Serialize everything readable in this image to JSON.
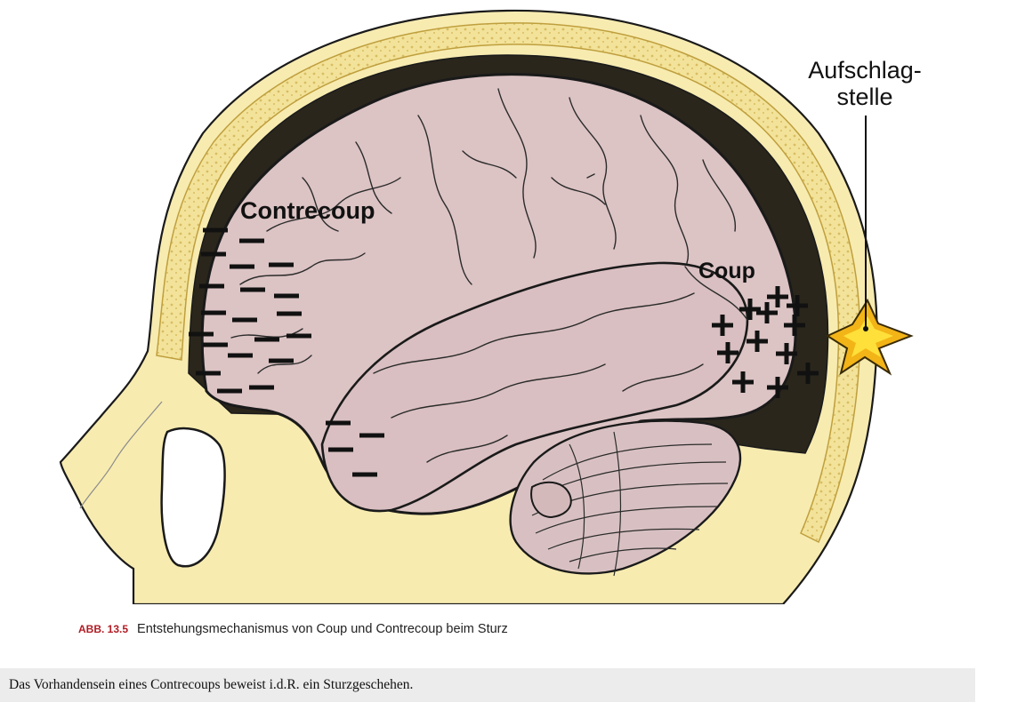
{
  "figure": {
    "labels": {
      "contrecoup": "Contrecoup",
      "coup": "Coup",
      "impact_line1": "Aufschlag-",
      "impact_line2": "stelle"
    },
    "marks": {
      "minus_count": 24,
      "plus_count": 12
    },
    "colors": {
      "bone": "#f6e8a8",
      "bone_edge": "#caa84a",
      "brain": "#dcc3c4",
      "brain_outline": "#1a1a1a",
      "cerebellum": "#d8c0c2",
      "star_outer": "#f2b417",
      "star_inner": "#ffe03a"
    }
  },
  "caption": {
    "number": "ABB. 13.5",
    "text": "Entstehungsmechanismus von Coup und Contrecoup beim Sturz"
  },
  "note": {
    "text": "Das Vorhandensein eines Contrecoups beweist i.d.R. ein Sturzgeschehen."
  }
}
